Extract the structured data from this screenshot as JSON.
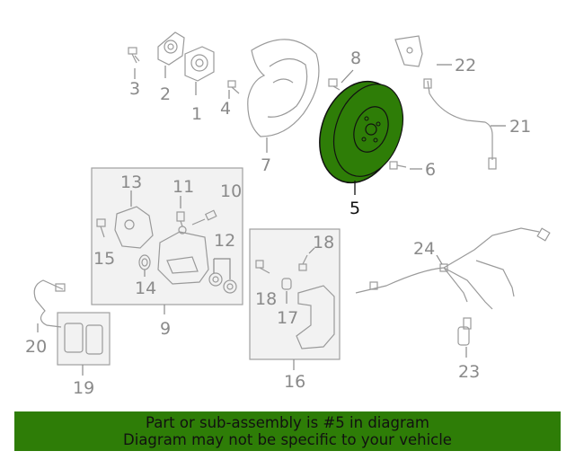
{
  "callouts": {
    "c1": "1",
    "c2": "2",
    "c3": "3",
    "c4": "4",
    "c5": "5",
    "c6": "6",
    "c7": "7",
    "c8": "8",
    "c9": "9",
    "c10": "10",
    "c11": "11",
    "c12": "12",
    "c13": "13",
    "c14": "14",
    "c15": "15",
    "c16": "16",
    "c17": "17",
    "c18a": "18",
    "c18b": "18",
    "c19": "19",
    "c20": "20",
    "c21": "21",
    "c22": "22",
    "c23": "23",
    "c24": "24"
  },
  "highlight_color": "#2e7d07",
  "banner": {
    "line1": "Part or sub-assembly is #5 in diagram",
    "line2": "Diagram may not be specific to your vehicle"
  }
}
